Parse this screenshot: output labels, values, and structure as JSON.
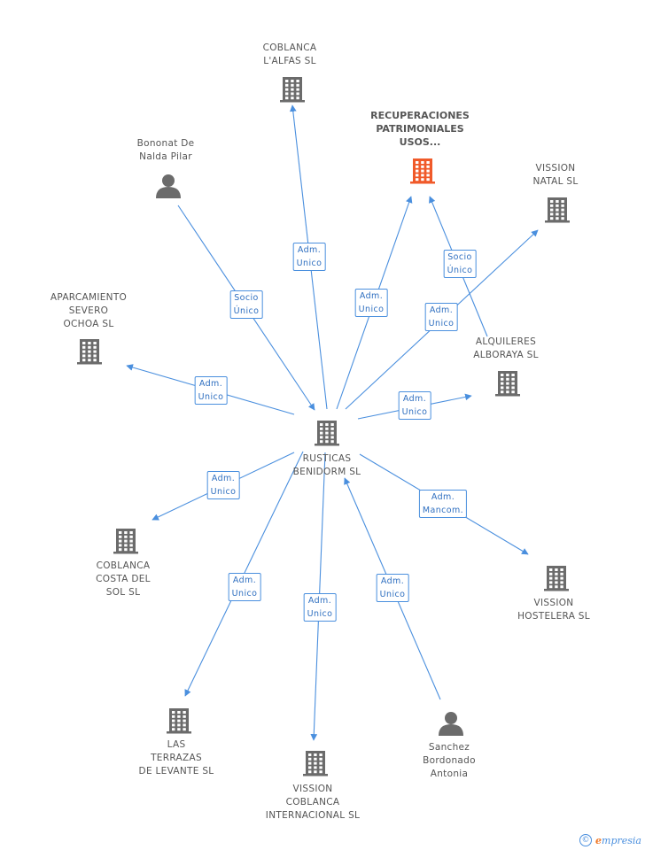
{
  "colors": {
    "edge": "#4a8fde",
    "building": "#6b6b6b",
    "building_focus": "#f05a2a",
    "person": "#6b6b6b"
  },
  "nodes": [
    {
      "id": "rusticas",
      "type": "company",
      "label": [
        "RUSTICAS",
        "BENIDORM SL"
      ]
    },
    {
      "id": "coblanca_alfas",
      "type": "company",
      "label": [
        "COBLANCA",
        "L'ALFAS  SL"
      ]
    },
    {
      "id": "recuperaciones",
      "type": "company",
      "focus": true,
      "label": [
        "RECUPERACIONES",
        "PATRIMONIALES",
        "USOS..."
      ]
    },
    {
      "id": "vission_natal",
      "type": "company",
      "label": [
        "VISSION",
        "NATAL SL"
      ]
    },
    {
      "id": "bononat",
      "type": "person",
      "label": [
        "Bononat De",
        "Nalda Pilar"
      ]
    },
    {
      "id": "aparcamiento",
      "type": "company",
      "label": [
        "APARCAMIENTO",
        "SEVERO",
        "OCHOA  SL"
      ]
    },
    {
      "id": "alquileres",
      "type": "company",
      "label": [
        "ALQUILERES",
        "ALBORAYA SL"
      ]
    },
    {
      "id": "coblanca_costa",
      "type": "company",
      "label": [
        "COBLANCA",
        "COSTA DEL",
        "SOL  SL"
      ]
    },
    {
      "id": "vission_hostelera",
      "type": "company",
      "label": [
        "VISSION",
        "HOSTELERA SL"
      ]
    },
    {
      "id": "las_terrazas",
      "type": "company",
      "label": [
        "LAS",
        "TERRAZAS",
        "DE LEVANTE SL"
      ]
    },
    {
      "id": "vission_coblanca",
      "type": "company",
      "label": [
        "VISSION",
        "COBLANCA",
        "INTERNACIONAL SL"
      ]
    },
    {
      "id": "sanchez",
      "type": "person",
      "label": [
        "Sanchez",
        "Bordonado",
        "Antonia"
      ]
    }
  ],
  "edges": [
    {
      "from": "rusticas",
      "to": "coblanca_alfas",
      "label": [
        "Adm.",
        "Unico"
      ]
    },
    {
      "from": "bononat",
      "to": "rusticas",
      "label": [
        "Socio",
        "Único"
      ]
    },
    {
      "from": "rusticas",
      "to": "recuperaciones",
      "label": [
        "Adm.",
        "Unico"
      ]
    },
    {
      "from": "alquileres",
      "to": "recuperaciones",
      "label": [
        "Socio",
        "Único"
      ]
    },
    {
      "from": "rusticas",
      "to": "vission_natal",
      "label": [
        "Adm.",
        "Unico"
      ]
    },
    {
      "from": "rusticas",
      "to": "aparcamiento",
      "label": [
        "Adm.",
        "Unico"
      ]
    },
    {
      "from": "rusticas",
      "to": "alquileres",
      "label": [
        "Adm.",
        "Unico"
      ]
    },
    {
      "from": "rusticas",
      "to": "coblanca_costa",
      "label": [
        "Adm.",
        "Unico"
      ]
    },
    {
      "from": "rusticas",
      "to": "vission_hostelera",
      "label": [
        "Adm.",
        "Mancom."
      ]
    },
    {
      "from": "rusticas",
      "to": "las_terrazas",
      "label": [
        "Adm.",
        "Unico"
      ]
    },
    {
      "from": "rusticas",
      "to": "vission_coblanca",
      "label": [
        "Adm.",
        "Unico"
      ]
    },
    {
      "from": "sanchez",
      "to": "rusticas",
      "label": [
        "Adm.",
        "Unico"
      ]
    }
  ],
  "footer": {
    "copyright_symbol": "©",
    "brand_initial": "e",
    "brand_rest": "mpresia"
  }
}
